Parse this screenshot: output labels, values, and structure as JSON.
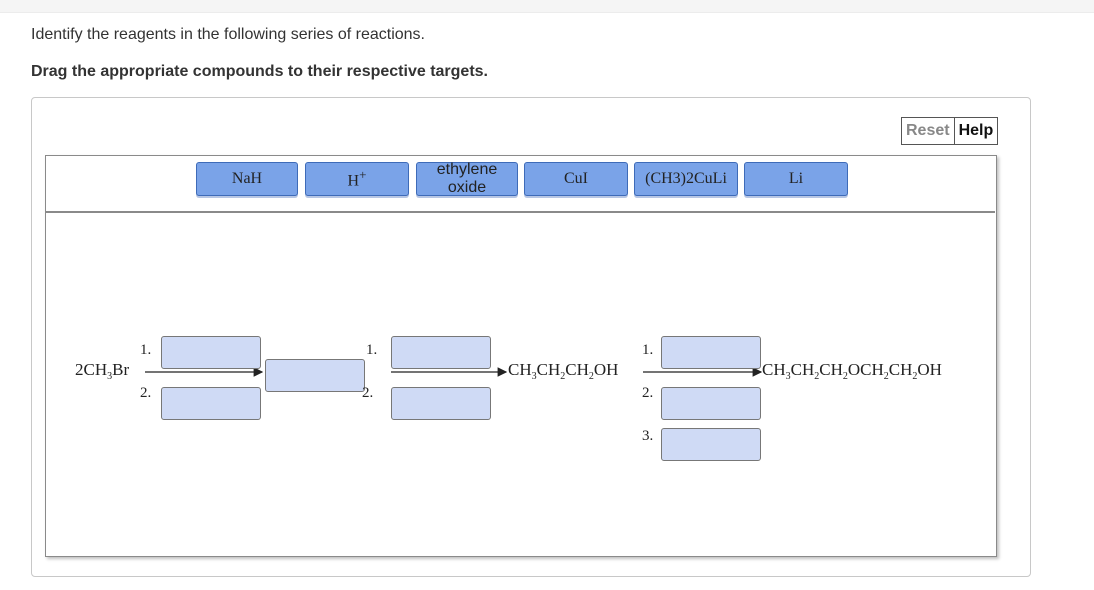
{
  "instructions": {
    "line1": "Identify the reagents in the following series of reactions.",
    "line2": "Drag the appropriate compounds to their respective targets."
  },
  "controls": {
    "reset_label": "Reset",
    "help_label": "Help"
  },
  "tray": {
    "chips": [
      {
        "id": "nah",
        "label": "NaH"
      },
      {
        "id": "h_plus",
        "label": "H",
        "sup": "+"
      },
      {
        "id": "ethylene_oxide",
        "label_line1": "ethylene",
        "label_line2": "oxide"
      },
      {
        "id": "cui",
        "label": "CuI"
      },
      {
        "id": "ch3_2culi",
        "label": "(CH3)2CuLi"
      },
      {
        "id": "li",
        "label": "Li"
      }
    ]
  },
  "scheme": {
    "start": {
      "pre": "2CH",
      "sub": "3",
      "post": "Br"
    },
    "step_labels": {
      "one": "1.",
      "two": "2.",
      "three": "3."
    },
    "intermediate_product": {
      "parts": [
        "CH",
        "3",
        "CH",
        "2",
        "CH",
        "2",
        "OH"
      ]
    },
    "final_product": {
      "parts": [
        "CH",
        "3",
        "CH",
        "2",
        "CH",
        "2",
        "OCH",
        "2",
        "CH",
        "2",
        "OH"
      ]
    }
  },
  "colors": {
    "chip_fill": "#7aa3e8",
    "chip_border": "#3e6bb8",
    "target_fill": "#cfdaf5",
    "border": "#8a8a8a"
  }
}
